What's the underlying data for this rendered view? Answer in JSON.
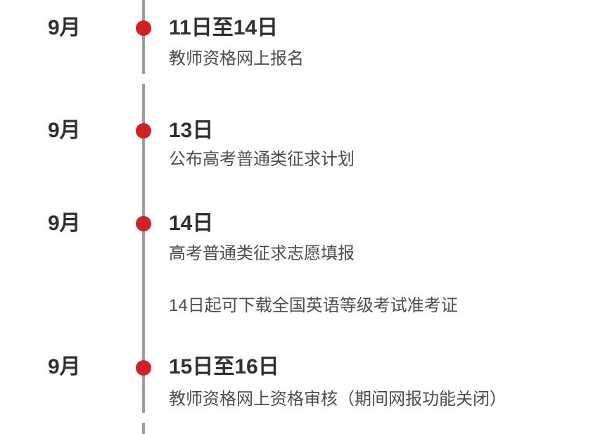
{
  "colors": {
    "accent_red": "#d02222",
    "timeline_line": "#9e9e9e",
    "heading_text": "#2f2f2f",
    "description_text": "#4d4d4d",
    "background": "#ffffff"
  },
  "timeline": {
    "entries": [
      {
        "month": "9月",
        "date": "11日至14日",
        "description": "教师资格网上报名"
      },
      {
        "month": "9月",
        "date": "13日",
        "description": "公布高考普通类征求计划"
      },
      {
        "month": "9月",
        "date": "14日",
        "description": "高考普通类征求志愿填报",
        "note": "14日起可下载全国英语等级考试准考证"
      },
      {
        "month": "9月",
        "date": "15日至16日",
        "description": "教师资格网上资格审核（期间网报功能关闭）"
      }
    ]
  }
}
